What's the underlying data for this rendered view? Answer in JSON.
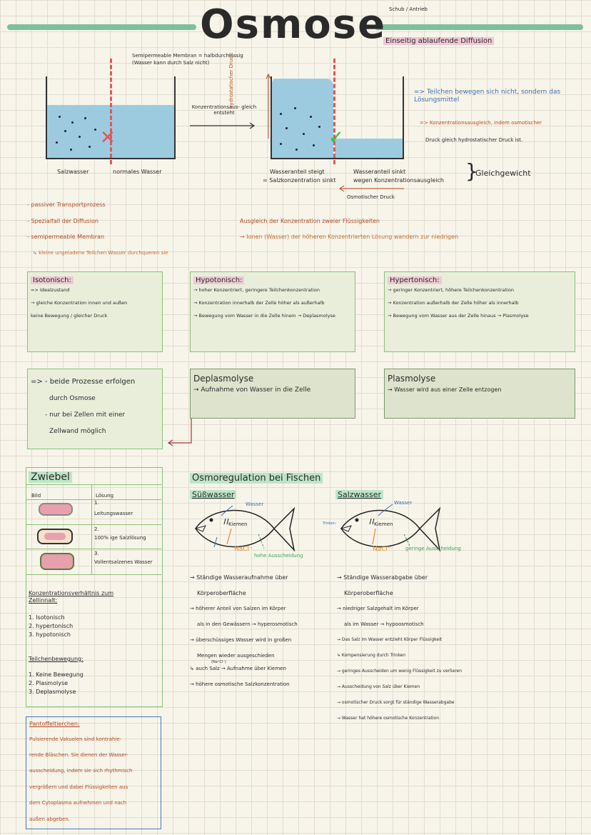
{
  "title": "Osmose",
  "title_note": "Schub / Antrieb",
  "definition": "Einseitig ablaufende Diffusion",
  "diagram": {
    "membrane_note_1": "Semipermeable Membran = halbdurchlässig",
    "membrane_note_2": "(Wasser kann durch Salz nicht)",
    "label_salt": "Salzwasser",
    "label_normal": "normales Wasser",
    "arrow_label": "Konzentrationsaus- gleich entsteht",
    "hydro_pressure": "hydrostatischer Druck",
    "left_after_1": "Wasseranteil steigt",
    "left_after_2": "= Salzkonzentration sinkt",
    "right_after_1": "Wasseranteil sinkt",
    "right_after_2": "wegen Konzentrationsausgleich",
    "equilibrium": "Gleichgewicht",
    "osmotic_pressure": "Osmotischer Druck"
  },
  "notes_right": [
    "=> Teilchen bewegen sich nicht, sondern das Lösungsmittel",
    "=> Konzentrationsausgleich, indem osmotischer",
    "Druck gleich hydrostatischer Druck ist."
  ],
  "bullets_left": [
    "- passiver Transportprozess",
    "- Spezialfall der Diffusion",
    "- semipermeable Membran",
    "↳ kleine ungeladene Teilchen Wasser durchqueren sie"
  ],
  "bullets_mid": [
    "Ausgleich der Konzentration zweier Flüssigkeiten",
    "→ Ionen (Wasser) der höheren Konzentrierten Lösung wandern zur niedrigen"
  ],
  "isotonisch": {
    "title": "Isotonisch:",
    "lines": [
      "=> Idealzustand",
      "→ gleiche Konzentration innen und außen",
      "keine Bewegung / gleicher Druck"
    ]
  },
  "hypotonisch": {
    "title": "Hypotonisch:",
    "lines": [
      "→ hoher Konzentriert, geringere Teilchenkonzentration",
      "→ Konzentration innerhalb der Zelle höher als außerhalb",
      "→ Bewegung vom Wasser in die Zelle hinein → Deplasmolyse"
    ]
  },
  "hypertonisch": {
    "title": "Hypertonisch:",
    "lines": [
      "→ geringer Konzentriert, höhere Teilchenkonzentration",
      "→ Konzentration außerhalb der Zelle höher als innerhalb",
      "→ Bewegung vom Wasser aus der Zelle hinaus → Plasmolyse"
    ]
  },
  "both_processes": {
    "lines": [
      "=> - beide Prozesse erfolgen",
      "durch Osmose",
      "- nur bei Zellen mit einer",
      "Zellwand möglich"
    ]
  },
  "deplasmolyse": {
    "title": "Deplasmolyse",
    "text": "→ Aufnahme von Wasser in die Zelle"
  },
  "plasmolyse": {
    "title": "Plasmolyse",
    "text": "→ Wasser wird aus einer Zelle entzogen"
  },
  "zwiebel": {
    "title": "Zwiebel",
    "col_bild": "Bild",
    "col_loesung": "Lösung",
    "rows": [
      {
        "num": "1.",
        "text": "Leitungswasser"
      },
      {
        "num": "2.",
        "text": "100% ige Salzlösung"
      },
      {
        "num": "3.",
        "text": "Vollentsalzenes Wasser"
      }
    ],
    "konz_title": "Konzentrationsverhältnis zum Zellinnalt:",
    "konz_items": [
      "1. Isotonisch",
      "2. hypertonisch",
      "3. hypotonisch"
    ],
    "teilchen_title": "Teilchenbewegung:",
    "teilchen_items": [
      "1. Keine Bewegung",
      "2. Plasmolyse",
      "3. Deplasmolyse"
    ]
  },
  "pantoffel": {
    "title": "Pantoffeltierchen:",
    "lines": [
      "Pulsierende Vakuolen sind kontrahie-",
      "rende Bläschen. Sie dienen der Wasser-",
      "ausscheidung, indem sie sich rhythmisch",
      "vergrößern und dabei Flüssigkeiten aus",
      "dem Cytoplasma aufnehmen und nach",
      "außen abgeben."
    ]
  },
  "fish": {
    "title": "Osmoregulation bei Fischen",
    "fresh": {
      "title": "Süßwasser",
      "wasser": "Wasser",
      "kiemen": "Kiemen",
      "nacl": "NaCl⁻",
      "excretion": "hohe Ausscheidung",
      "lines": [
        "→ Ständige Wasseraufnahme über",
        "Körperoberfläche",
        "→ höherer Anteil von Salzen im Körper",
        "als in den Gewässern → hyperosmotisch",
        "→ überschüssiges Wasser wird in großen",
        "Mengen wieder ausgeschieden",
        "(Na⁺Cl⁻)",
        "↳ auch Salz → Aufnahme über Kiemen",
        "→ höhere osmotische Salzkonzentration"
      ]
    },
    "salt": {
      "title": "Salzwasser",
      "wasser": "Wasser",
      "trinken": "Trinken",
      "kiemen": "Kiemen",
      "nacl": "NaCl⁻",
      "excretion": "geringe Ausscheidung",
      "lines": [
        "→ Ständige Wasserabgabe über",
        "Körperoberfläche",
        "→ niedriger Salzgehalt im Körper",
        "als im Wasser → hypoosmotisch",
        "→ Das Salz im Wasser entzieht Körper Flüssigkeit",
        "↳ Kompensierung durch Trinken",
        "→ geringes Ausscheiden um wenig Flüssigkeit zu verlieren",
        "→ Ausscheidung von Salz über Kiemen",
        "→ osmotischer Druck sorgt für ständige Wasserabgabe",
        "→ Wasser hat höhere osmotische Konzentration"
      ]
    }
  }
}
